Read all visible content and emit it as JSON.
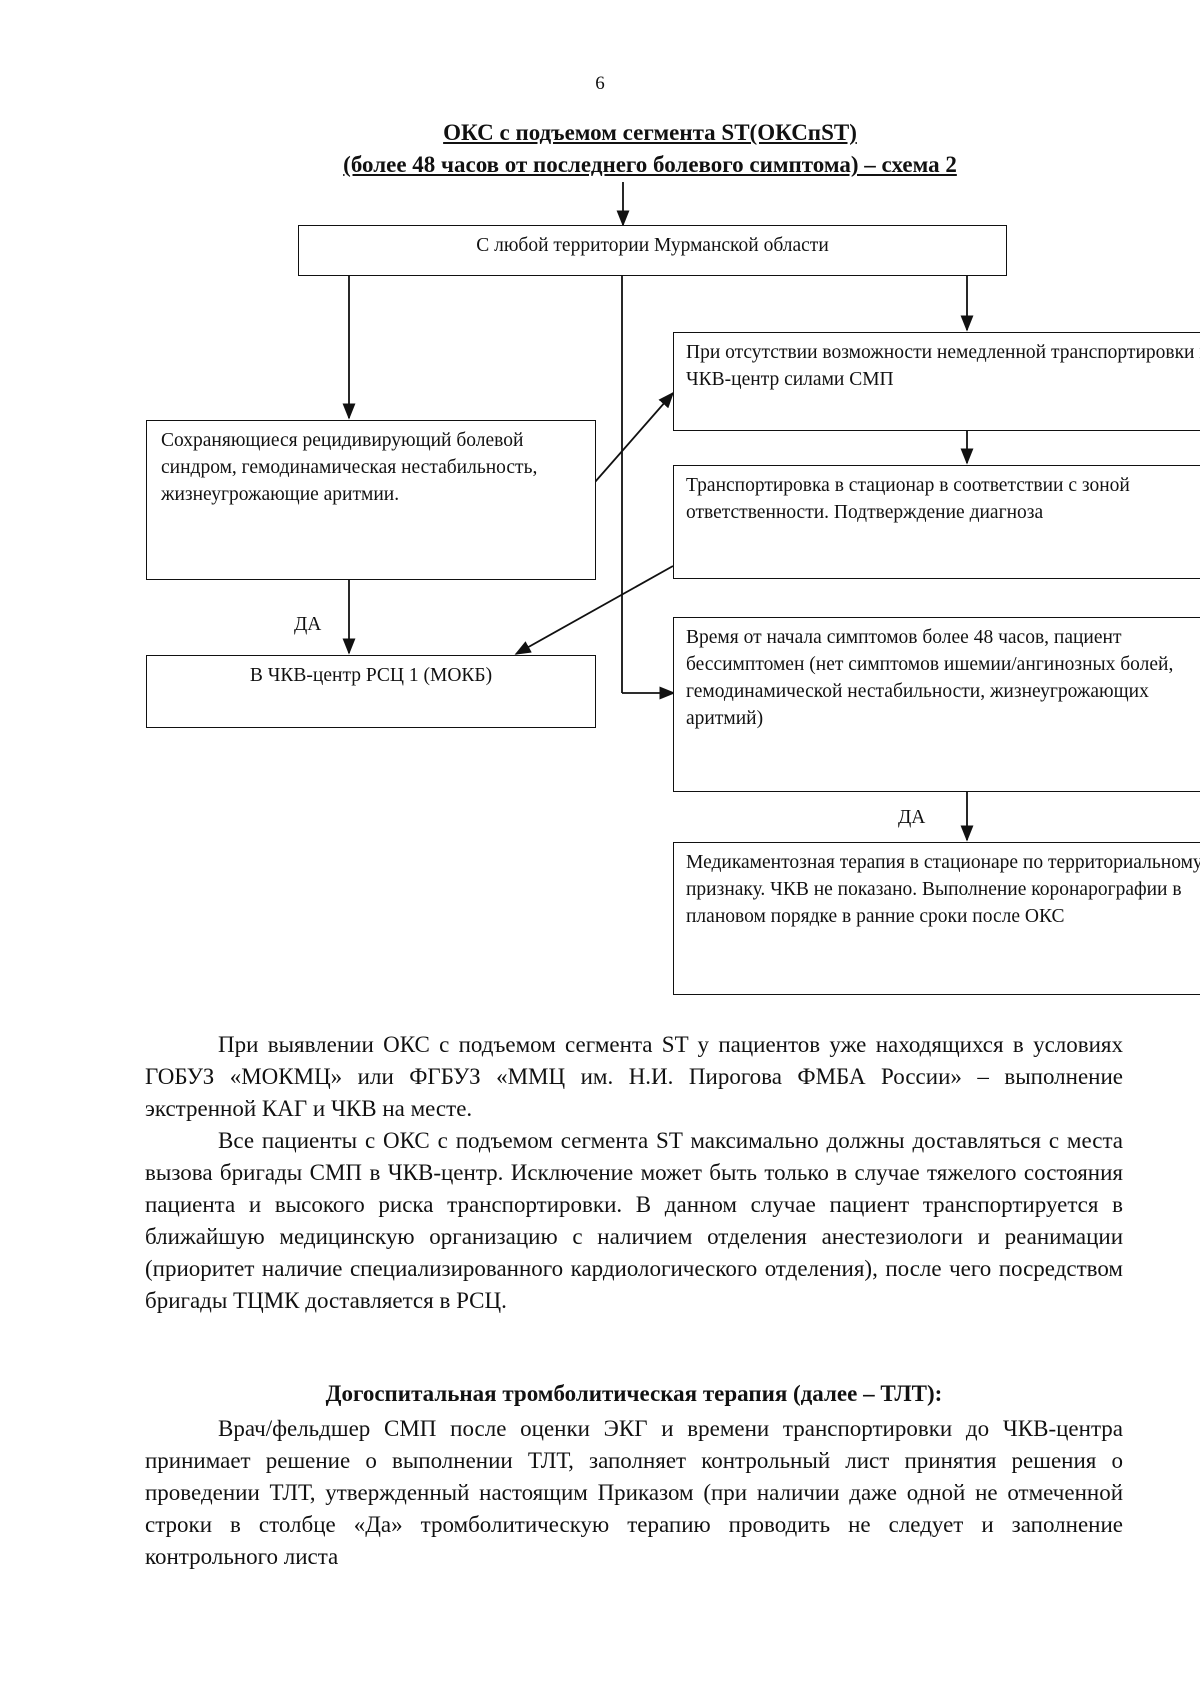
{
  "page_number": "6",
  "title": {
    "line1": "ОКС с подъемом сегмента ST(ОКСпST)",
    "line2": "(более 48 часов от последнего болевого симптома) – схема 2"
  },
  "flowchart": {
    "top_box": "С любой территории Мурманской области",
    "box_no_transport": "При отсутствии возможности немедленной транспортировки в ЧКВ-центр силами СМП",
    "box_persisting_pain": "Сохраняющиеся рецидивирующий болевой синдром, гемодинамическая нестабильность, жизнеугрожающие аритмии.",
    "box_transport": "Транспортировка в стационар в соответствии с зоной ответственности. Подтверждение диагноза",
    "box_time": "Время от начала симптомов более 48 часов, пациент бессимптомен (нет симптомов ишемии/ангинозных болей, гемодинамической нестабильности, жизнеугрожающих аритмий)",
    "box_pci_center": "В ЧКВ-центр РСЦ 1 (МОКБ)",
    "box_medication": "Медикаментозная терапия в стационаре по территориальному признаку. ЧКВ не показано. Выполнение коронарографии в плановом порядке в ранние сроки после ОКС",
    "yes_label_left": "ДА",
    "yes_label_right": "ДА"
  },
  "paragraphs": [
    "При выявлении ОКС с подъемом сегмента ST у пациентов уже находящихся в условиях ГОБУЗ «МОКМЦ» или ФГБУЗ «ММЦ им. Н.И. Пирогова ФМБА России» – выполнение экстренной КАГ и ЧКВ на месте.",
    "Все пациенты с ОКС с подъемом сегмента ST максимально должны доставляться с места вызова бригады СМП в ЧКВ-центр. Исключение может быть только в случае тяжелого состояния пациента и высокого риска транспортировки. В данном случае пациент транспортируется в ближайшую медицинскую организацию с наличием отделения анестезиологи и реанимации (приоритет наличие специализированного кардиологического отделения), после чего посредством бригады ТЦМК доставляется в РСЦ."
  ],
  "section_title": "Догоспитальная тромболитическая терапия (далее – ТЛТ):",
  "section_paragraph": "Врач/фельдшер СМП после оценки ЭКГ и времени транспортировки до ЧКВ-центра принимает решение о выполнении ТЛТ, заполняет контрольный лист принятия решения о проведении ТЛТ, утвержденный настоящим Приказом (при наличии даже одной не отмеченной строки в столбце «Да» тромболитическую терапию проводить не следует и заполнение контрольного листа"
}
